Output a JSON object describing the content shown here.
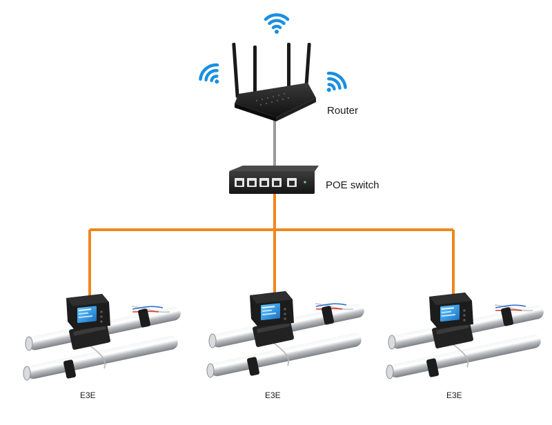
{
  "router": {
    "label": "Router",
    "icon": "router-icon"
  },
  "switch": {
    "label": "POE switch",
    "icon": "poe-switch-icon"
  },
  "wifi": {
    "icon": "wifi-icon",
    "color": "#1a8fe0"
  },
  "devices": [
    {
      "label": "E3E",
      "icon": "ultrasonic-flow-meter-icon"
    },
    {
      "label": "E3E",
      "icon": "ultrasonic-flow-meter-icon"
    },
    {
      "label": "E3E",
      "icon": "ultrasonic-flow-meter-icon"
    }
  ],
  "colors": {
    "poe_cable": "#f0861e",
    "uplink_cable": "#9a9a9a",
    "device_body": "#1c1c1c",
    "screen": "#2aa0e8",
    "pipe": "#c7c9cc"
  }
}
